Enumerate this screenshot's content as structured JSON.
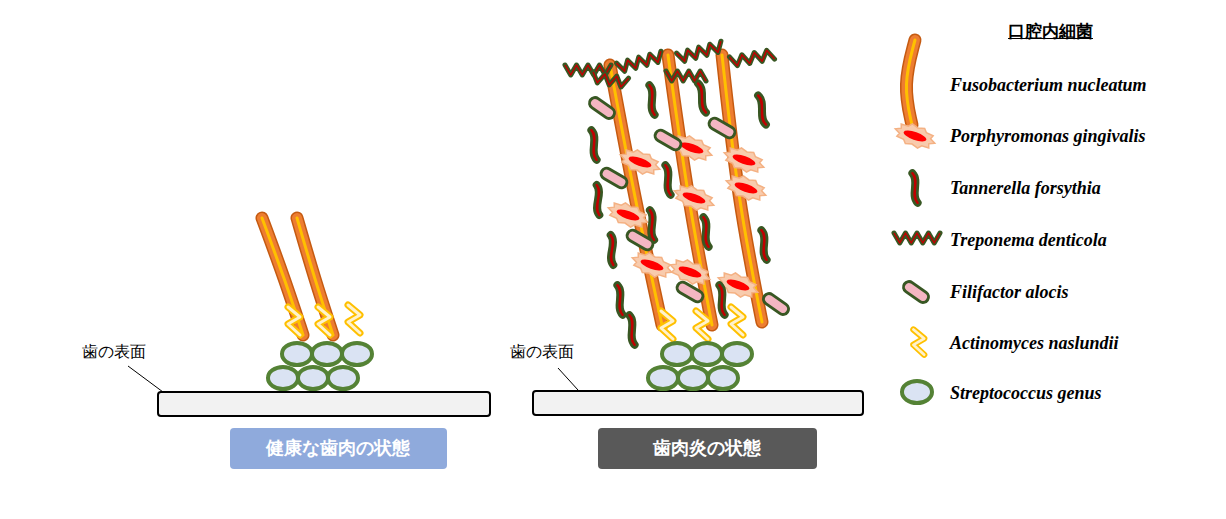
{
  "diagram": {
    "nodes": [
      {
        "text": [
          "健康な歯肉の状態"
        ]
      },
      {
        "text": [
          "歯肉炎の状態"
        ]
      }
    ],
    "labels": [
      "歯の表面",
      "歯の表面",
      "口腔内細菌"
    ],
    "legend": [
      {
        "text": "Fusobacterium nucleatum"
      },
      {
        "text": "Porphyromonas gingivalis"
      },
      {
        "text": "Tannerella forsythia"
      },
      {
        "text": "Treponema denticola"
      },
      {
        "text": "Filifactor alocis"
      },
      {
        "text": "Actinomyces naslundii"
      },
      {
        "text": "Streptococcus genus"
      }
    ]
  }
}
